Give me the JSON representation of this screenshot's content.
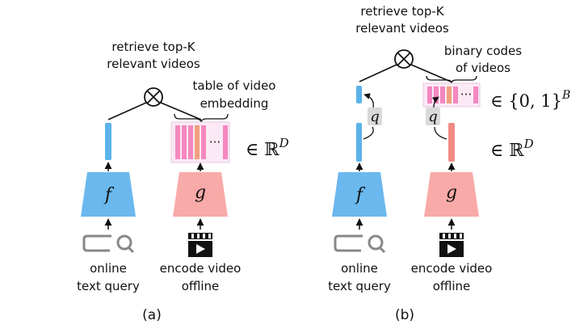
{
  "panel_a": {
    "retrieve_line1": "retrieve top-K",
    "retrieve_line2": "relevant videos",
    "table_line1": "table of video",
    "table_line2": "embedding",
    "real_space_base": "∈ ℝ",
    "real_space_sup": "D",
    "encoder_text": "f",
    "encoder_video": "g",
    "ellipsis": "···",
    "text_query_line1": "online",
    "text_query_line2": "text query",
    "video_line1": "encode video",
    "video_line2": "offline",
    "caption": "(a)"
  },
  "panel_b": {
    "retrieve_line1": "retrieve top-K",
    "retrieve_line2": "relevant videos",
    "codes_line1": "binary codes",
    "codes_line2": "of videos",
    "binary_space": "∈ {0, 1}",
    "binary_space_sup": "B",
    "real_space_base": "∈ ℝ",
    "real_space_sup": "D",
    "quantizer": "q",
    "encoder_text": "f",
    "encoder_video": "g",
    "ellipsis": "···",
    "text_query_line1": "online",
    "text_query_line2": "text query",
    "video_line1": "encode video",
    "video_line2": "offline",
    "caption": "(b)"
  },
  "colors": {
    "text_embedding": "#5bb3ea",
    "video_embedding": "#f28b85",
    "table_cell": "#f587bf",
    "table_cell_highlight": "#f0a080",
    "encoder_text_fill": "#6ab8ee",
    "encoder_video_fill": "#f8aaa8",
    "quantizer_fill": "#d9d9d9"
  }
}
